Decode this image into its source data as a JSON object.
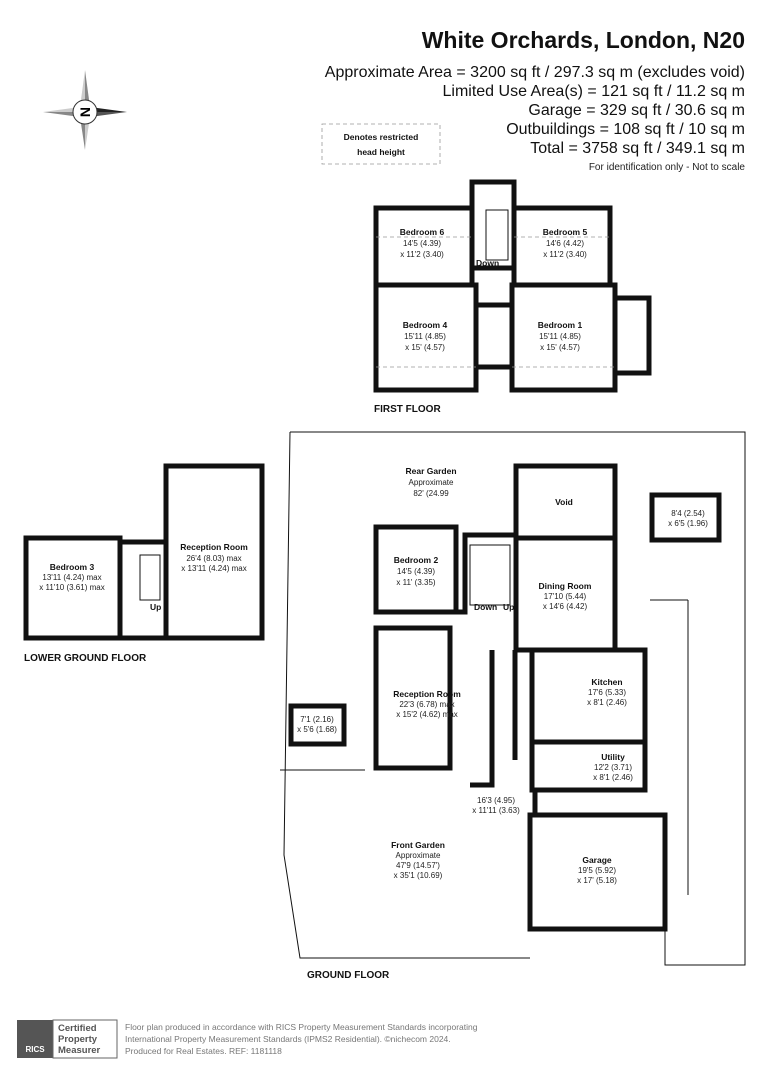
{
  "header": {
    "title": "White Orchards, London, N20",
    "area_lines": [
      "Approximate Area = 3200 sq ft / 297.3 sq m (excludes void)",
      "Limited Use Area(s) = 121 sq ft / 11.2 sq m",
      "Garage = 329 sq ft / 30.6 sq m",
      "Outbuildings = 108 sq ft / 10 sq m",
      "Total = 3758 sq ft / 349.1 sq m"
    ],
    "disclaimer": "For identification only - Not to scale"
  },
  "compass": {
    "icon": "compass-north-icon",
    "label": "N"
  },
  "legend": {
    "restricted": [
      "Denotes restricted",
      "head height"
    ]
  },
  "floors": {
    "first": {
      "label": "FIRST FLOOR",
      "rooms": [
        {
          "name": "Bedroom 6",
          "dims": [
            "14'5 (4.39)",
            "x 11'2 (3.40)"
          ]
        },
        {
          "name": "Bedroom 5",
          "dims": [
            "14'6 (4.42)",
            "x 11'2 (3.40)"
          ]
        },
        {
          "name": "Bedroom 4",
          "dims": [
            "15'11 (4.85)",
            "x 15' (4.57)"
          ]
        },
        {
          "name": "Bedroom 1",
          "dims": [
            "15'11 (4.85)",
            "x 15' (4.57)"
          ]
        }
      ],
      "stairs": "Down"
    },
    "ground": {
      "label": "GROUND FLOOR",
      "rooms": [
        {
          "name": "Rear Garden",
          "dims": [
            "Approximate",
            "82' (24.99"
          ]
        },
        {
          "name": "Void",
          "dims": []
        },
        {
          "name": "",
          "dims": [
            "8'4 (2.54)",
            "x 6'5 (1.96)"
          ]
        },
        {
          "name": "Bedroom 2",
          "dims": [
            "14'5 (4.39)",
            "x 11' (3.35)"
          ]
        },
        {
          "name": "Dining Room",
          "dims": [
            "17'10 (5.44)",
            "x 14'6 (4.42)"
          ]
        },
        {
          "name": "Reception Room",
          "dims": [
            "22'3 (6.78) max",
            "x 15'2 (4.62) max"
          ]
        },
        {
          "name": "Kitchen",
          "dims": [
            "17'6 (5.33)",
            "x 8'1 (2.46)"
          ]
        },
        {
          "name": "",
          "dims": [
            "7'1 (2.16)",
            "x 5'6 (1.68)"
          ]
        },
        {
          "name": "Utility",
          "dims": [
            "12'2 (3.71)",
            "x 8'1 (2.46)"
          ]
        },
        {
          "name": "",
          "dims": [
            "16'3 (4.95)",
            "x 11'11 (3.63)"
          ]
        },
        {
          "name": "Front Garden",
          "dims": [
            "Approximate",
            "47'9 (14.57')",
            "x 35'1 (10.69)"
          ]
        },
        {
          "name": "Garage",
          "dims": [
            "19'5 (5.92)",
            "x 17' (5.18)"
          ]
        }
      ],
      "stairs_down": "Down",
      "stairs_up": "Up"
    },
    "lower": {
      "label": "LOWER GROUND FLOOR",
      "rooms": [
        {
          "name": "Bedroom 3",
          "dims": [
            "13'11 (4.24) max",
            "x 11'10 (3.61) max"
          ]
        },
        {
          "name": "Reception Room",
          "dims": [
            "26'4 (8.03) max",
            "x 13'11 (4.24) max"
          ]
        }
      ],
      "stairs_up": "Up"
    }
  },
  "footer": {
    "badge_logo": "RICS",
    "badge_text": [
      "Certified",
      "Property",
      "Measurer"
    ],
    "lines": [
      "Floor plan produced in accordance with RICS Property Measurement Standards incorporating",
      "International Property Measurement Standards (IPMS2 Residential).   ©nichecom 2024.",
      "Produced for Real Estates.   REF: 1181118"
    ]
  }
}
